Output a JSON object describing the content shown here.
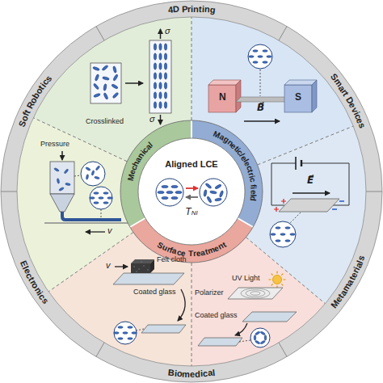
{
  "diagram": {
    "nodes": [
      {
        "text": [
          "4D Printing"
        ]
      },
      {
        "text": [
          "Smart Devices"
        ]
      },
      {
        "text": [
          "Metamaterials"
        ]
      },
      {
        "text": [
          "Biomedical"
        ]
      },
      {
        "text": [
          "Electronics"
        ]
      },
      {
        "text": [
          "Soft Robotics"
        ]
      },
      {
        "text": [
          "Mechanical"
        ]
      },
      {
        "text": [
          "Magnetic/electric field"
        ]
      },
      {
        "text": [
          "Surface Treatment"
        ]
      },
      {
        "text": [
          "Aligned LCE",
          "TNI"
        ]
      }
    ],
    "labels": [
      "Crosslinked",
      "σ",
      "σ",
      "N",
      "S",
      "B⃗",
      "E⃗",
      "Pressure",
      "v",
      "Felt cloth",
      "v",
      "Coated glass",
      "UV Light",
      "Polarizer",
      "Coated glass"
    ]
  }
}
